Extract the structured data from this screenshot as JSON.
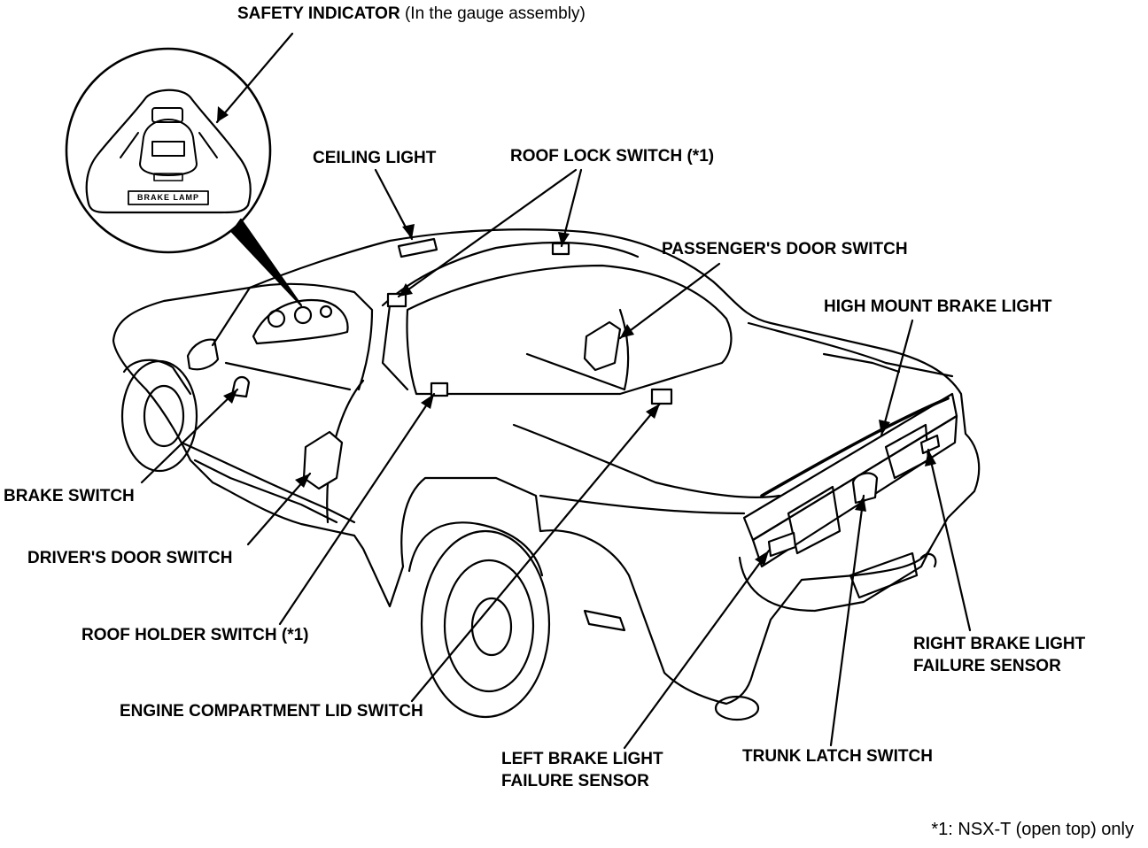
{
  "labels": {
    "safety_indicator": "SAFETY INDICATOR",
    "safety_indicator_note": "(In the gauge assembly)",
    "brake_lamp": "BRAKE LAMP",
    "ceiling_light": "CEILING LIGHT",
    "roof_lock_switch": "ROOF LOCK SWITCH (*1)",
    "passengers_door_switch": "PASSENGER'S DOOR SWITCH",
    "high_mount_brake_light": "HIGH MOUNT BRAKE LIGHT",
    "brake_switch": "BRAKE SWITCH",
    "drivers_door_switch": "DRIVER'S DOOR SWITCH",
    "roof_holder_switch": "ROOF HOLDER SWITCH (*1)",
    "engine_compartment_lid_switch": "ENGINE COMPARTMENT LID SWITCH",
    "left_brake_light_sensor_1": "LEFT BRAKE LIGHT",
    "left_brake_light_sensor_2": "FAILURE SENSOR",
    "trunk_latch_switch": "TRUNK LATCH SWITCH",
    "right_brake_light_sensor_1": "RIGHT BRAKE LIGHT",
    "right_brake_light_sensor_2": "FAILURE SENSOR"
  },
  "footnote": "*1: NSX-T (open top) only",
  "colors": {
    "ink": "#000000",
    "paper": "#ffffff"
  }
}
